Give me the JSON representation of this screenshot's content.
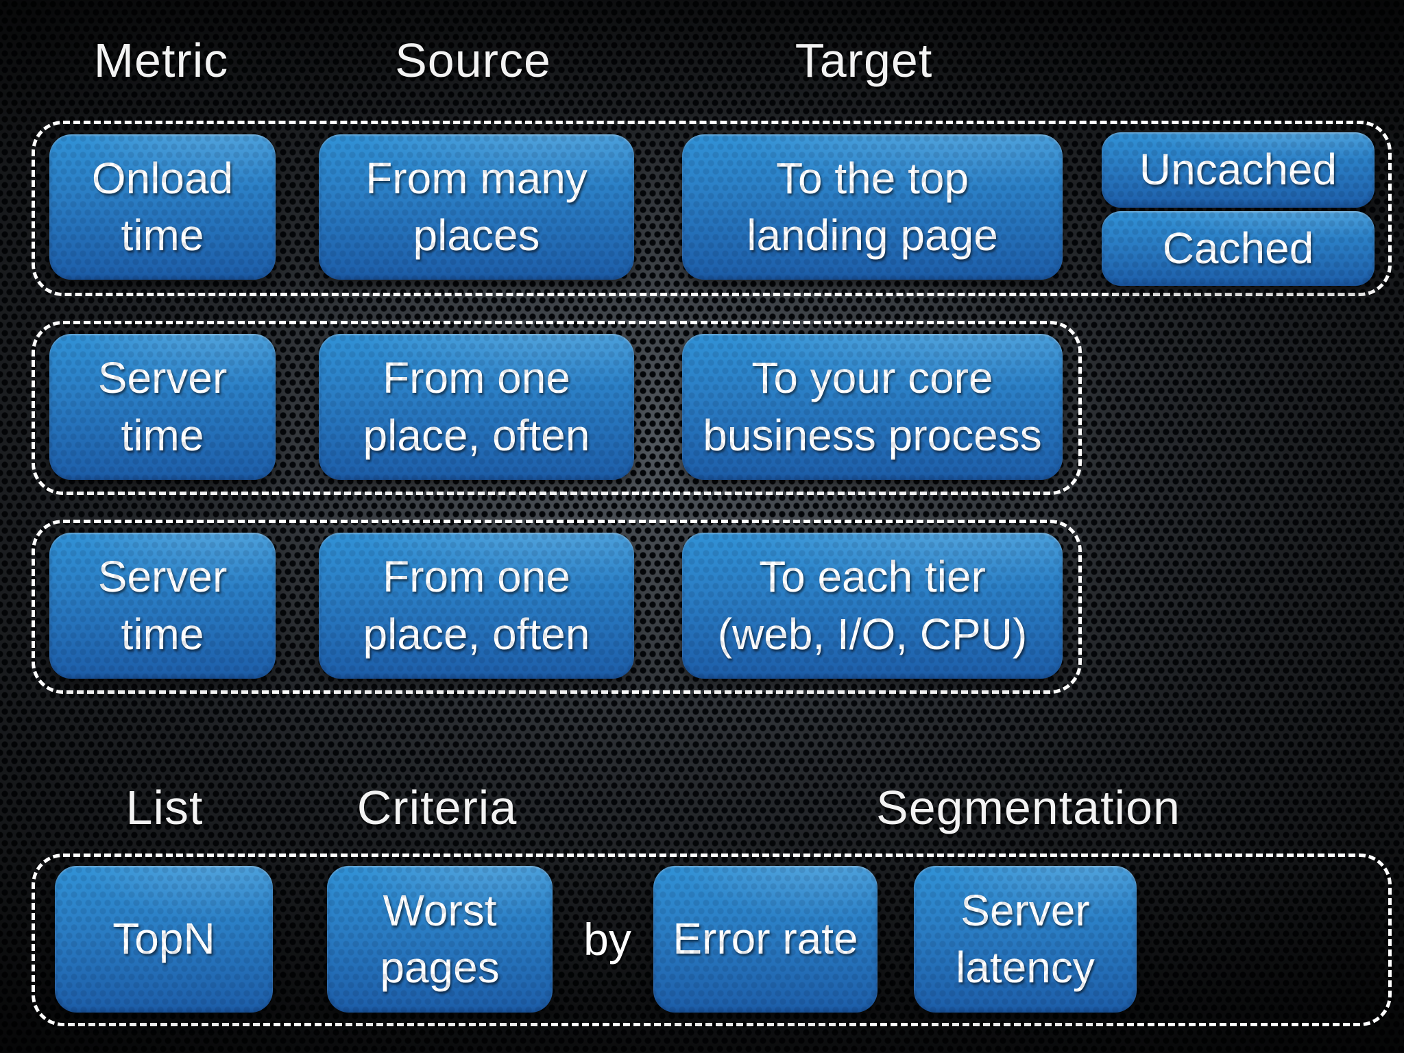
{
  "palette": {
    "box_gradient_top": "#3192d6",
    "box_gradient_bottom": "#1d5ea9",
    "box_text": "#ffffff",
    "header_text": "#f3f3f3",
    "dashed_border": "#ffffff",
    "background_metal": "#26292d",
    "background_hole": "#05070a"
  },
  "top_section": {
    "headers": [
      {
        "label": "Metric"
      },
      {
        "label": "Source"
      },
      {
        "label": "Target"
      }
    ],
    "rows": [
      {
        "metric": "Onload\ntime",
        "source": "From many\nplaces",
        "target": "To the top\nlanding page",
        "variants": [
          {
            "label": "Uncached"
          },
          {
            "label": "Cached"
          }
        ]
      },
      {
        "metric": "Server\ntime",
        "source": "From one\nplace, often",
        "target": "To your core\nbusiness process"
      },
      {
        "metric": "Server\ntime",
        "source": "From one\nplace, often",
        "target": "To each tier\n(web, I/O, CPU)"
      }
    ]
  },
  "bottom_section": {
    "headers": [
      {
        "label": "List"
      },
      {
        "label": "Criteria"
      },
      {
        "label": "Segmentation"
      }
    ],
    "list": "TopN",
    "criteria": "Worst\npages",
    "connector": "by",
    "segments": [
      {
        "label": "Error rate"
      },
      {
        "label": "Server\nlatency"
      }
    ]
  }
}
